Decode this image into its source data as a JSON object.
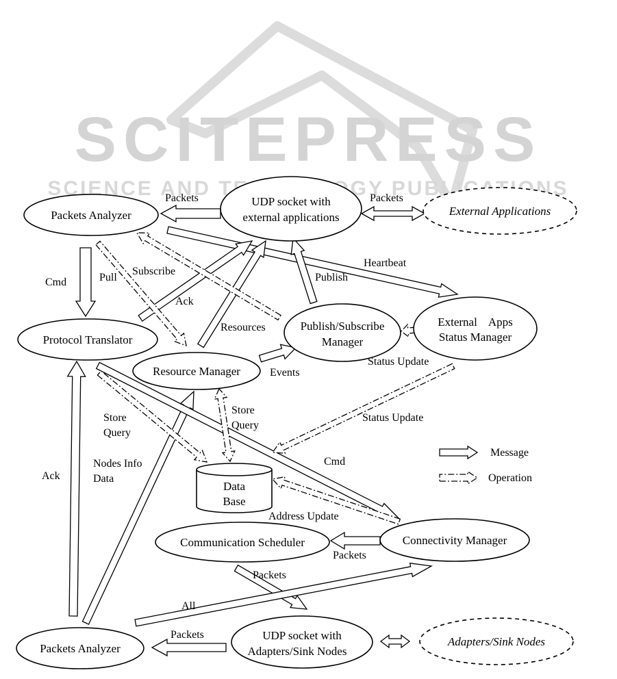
{
  "watermark": {
    "title": "SCITEPRESS",
    "subtitle": "SCIENCE AND TECHNOLOGY PUBLICATIONS"
  },
  "nodes": {
    "packets_analyzer_top": "Packets Analyzer",
    "udp_ext_line1": "UDP socket with",
    "udp_ext_line2": "external applications",
    "external_applications": "External Applications",
    "protocol_translator": "Protocol Translator",
    "resource_manager": "Resource Manager",
    "pubsub_line1": "Publish/Subscribe",
    "pubsub_line2": "Manager",
    "ext_status_line1": "External    Apps",
    "ext_status_line2": "Status Manager",
    "database_line1": "Data",
    "database_line2": "Base",
    "communication_scheduler": "Communication Scheduler",
    "connectivity_manager": "Connectivity Manager",
    "packets_analyzer_bottom": "Packets Analyzer",
    "udp_adapters_line1": "UDP socket with",
    "udp_adapters_line2": "Adapters/Sink Nodes",
    "adapters_sink_nodes": "Adapters/Sink Nodes"
  },
  "labels": {
    "packets_1": "Packets",
    "packets_2": "Packets",
    "heartbeat": "Heartbeat",
    "cmd_1": "Cmd",
    "pull": "Pull",
    "subscribe": "Subscribe",
    "publish": "Publish",
    "ack_1": "Ack",
    "resources": "Resources",
    "events": "Events",
    "status_update_1": "Status Update",
    "status_update_2": "Status Update",
    "store_query_1_a": "Store",
    "store_query_1_b": "Query",
    "store_query_2_a": "Store",
    "store_query_2_b": "Query",
    "nodes_info_a": "Nodes Info",
    "nodes_info_b": "Data",
    "ack_2": "Ack",
    "cmd_2": "Cmd",
    "address_update": "Address Update",
    "packets_3": "Packets",
    "packets_4": "Packets",
    "all": "All",
    "packets_5": "Packets"
  },
  "legend": {
    "message": "Message",
    "operation": "Operation"
  }
}
